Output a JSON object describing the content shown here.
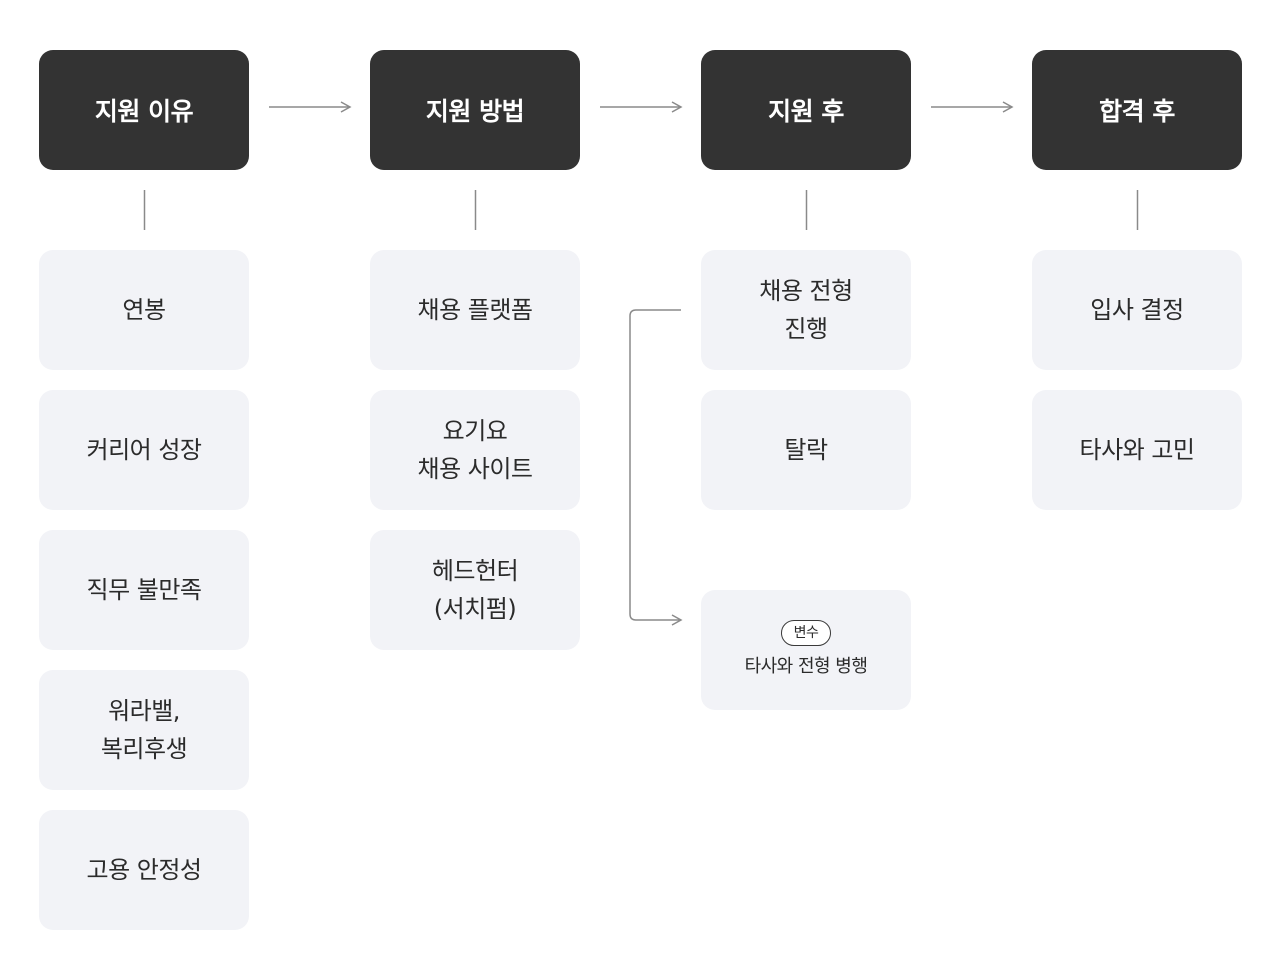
{
  "columns": [
    {
      "header": "지원 이유",
      "items": [
        [
          "연봉"
        ],
        [
          "커리어 성장"
        ],
        [
          "직무 불만족"
        ],
        [
          "워라밸,",
          "복리후생"
        ],
        [
          "고용 안정성"
        ]
      ]
    },
    {
      "header": "지원 방법",
      "items": [
        [
          "채용 플랫폼"
        ],
        [
          "요기요",
          "채용 사이트"
        ],
        [
          "헤드헌터",
          "(서치펌)"
        ]
      ]
    },
    {
      "header": "지원 후",
      "items": [
        [
          "채용 전형",
          "진행"
        ],
        [
          "탈락"
        ]
      ],
      "variable": {
        "badge": "변수",
        "label": "타사와 전형 병행"
      }
    },
    {
      "header": "합격 후",
      "items": [
        [
          "입사 결정"
        ],
        [
          "타사와 고민"
        ]
      ]
    }
  ],
  "colors": {
    "header_bg": "#333333",
    "header_text": "#ffffff",
    "box_bg": "#f2f3f7",
    "connector": "#8a8a8a"
  }
}
